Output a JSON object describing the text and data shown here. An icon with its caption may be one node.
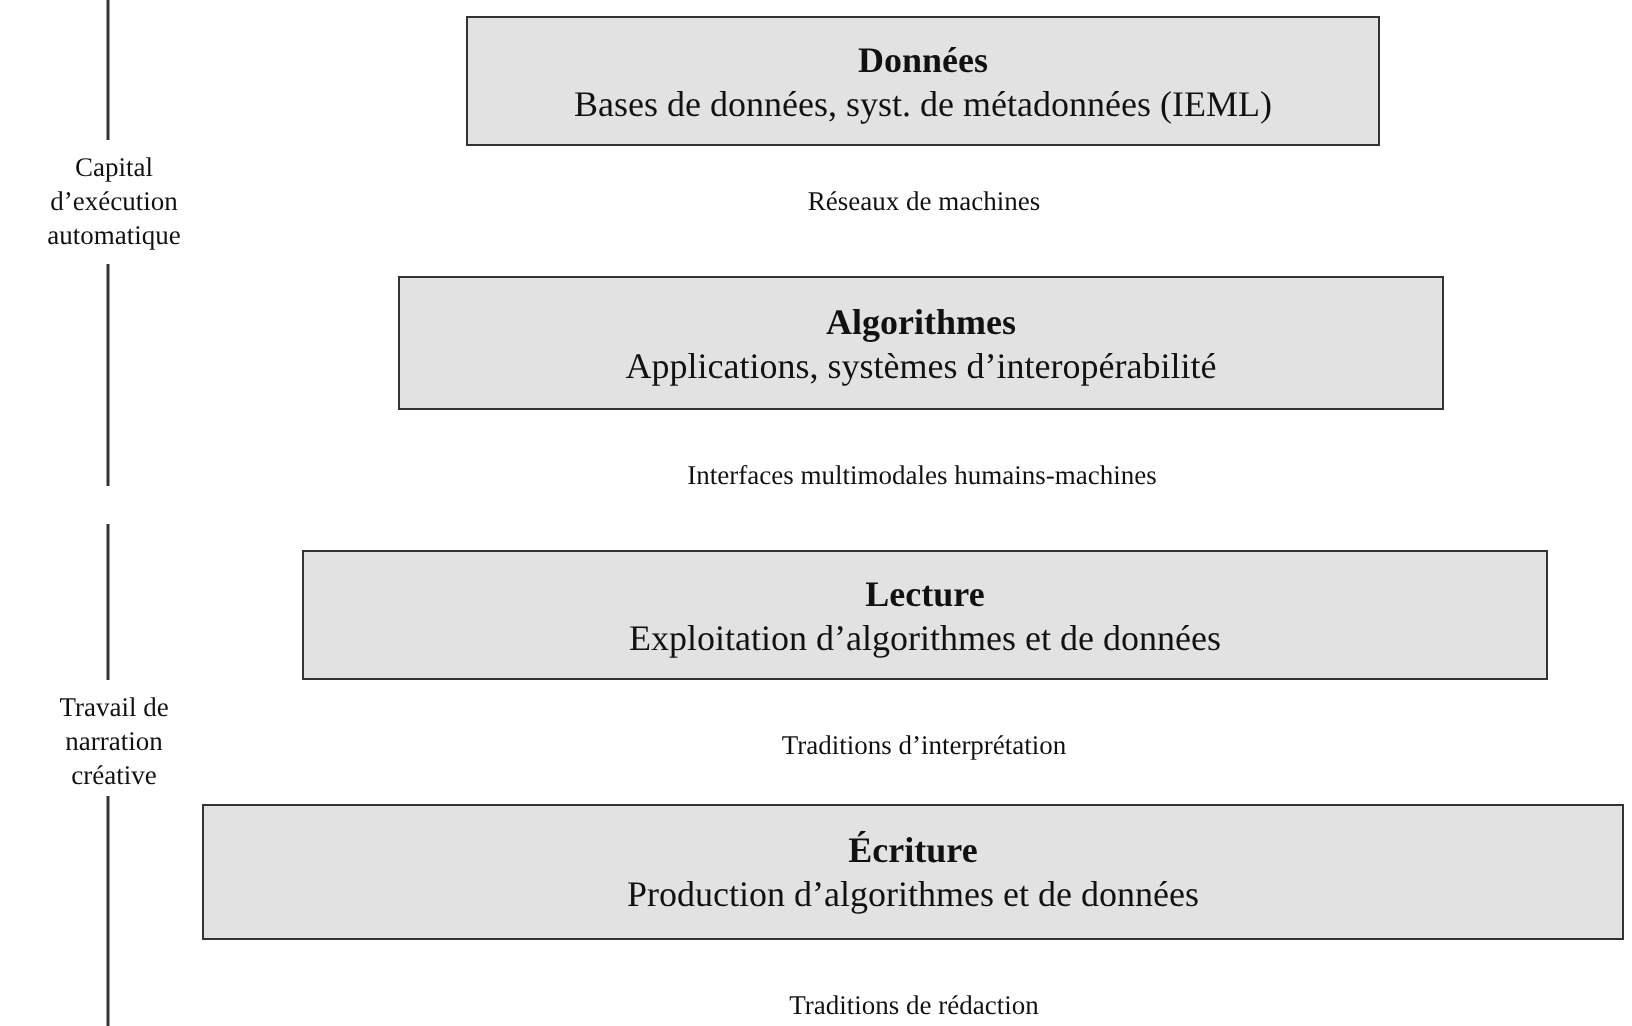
{
  "diagram": {
    "nodes": [
      {
        "text": [
          "Données",
          "Bases de données, syst. de métadonnées (IEML)"
        ]
      },
      {
        "text": [
          "Algorithmes",
          "Applications, systèmes d’interopérabilité"
        ]
      },
      {
        "text": [
          "Lecture",
          "Exploitation d’algorithmes et de données"
        ]
      },
      {
        "text": [
          "Écriture",
          "Production d’algorithmes et de données"
        ]
      }
    ],
    "labels": [
      "Capital d’exécution automatique",
      "Réseaux de machines",
      "Interfaces multimodales humains-machines",
      "Travail de narration créative",
      "Traditions d’interprétation",
      "Traditions de rédaction"
    ]
  }
}
